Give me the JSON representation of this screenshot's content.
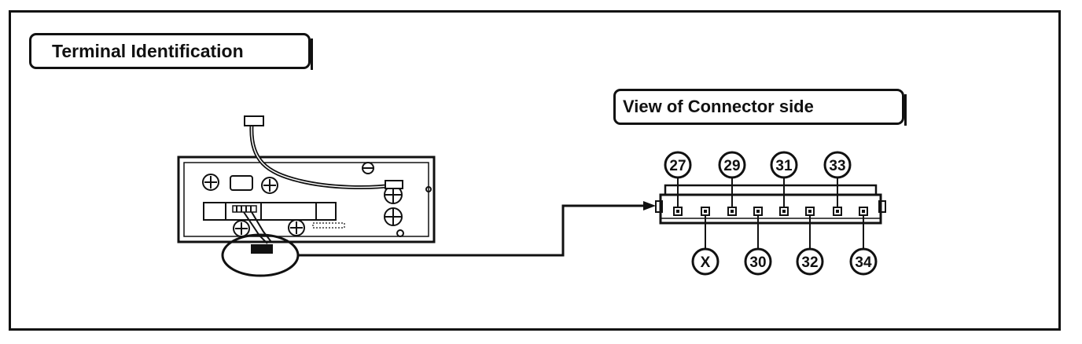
{
  "title": "Terminal Identification",
  "connector_view_label": "View of Connector side",
  "pins_top": [
    "27",
    "29",
    "31",
    "33"
  ],
  "pins_bottom": [
    "X",
    "30",
    "32",
    "34"
  ]
}
